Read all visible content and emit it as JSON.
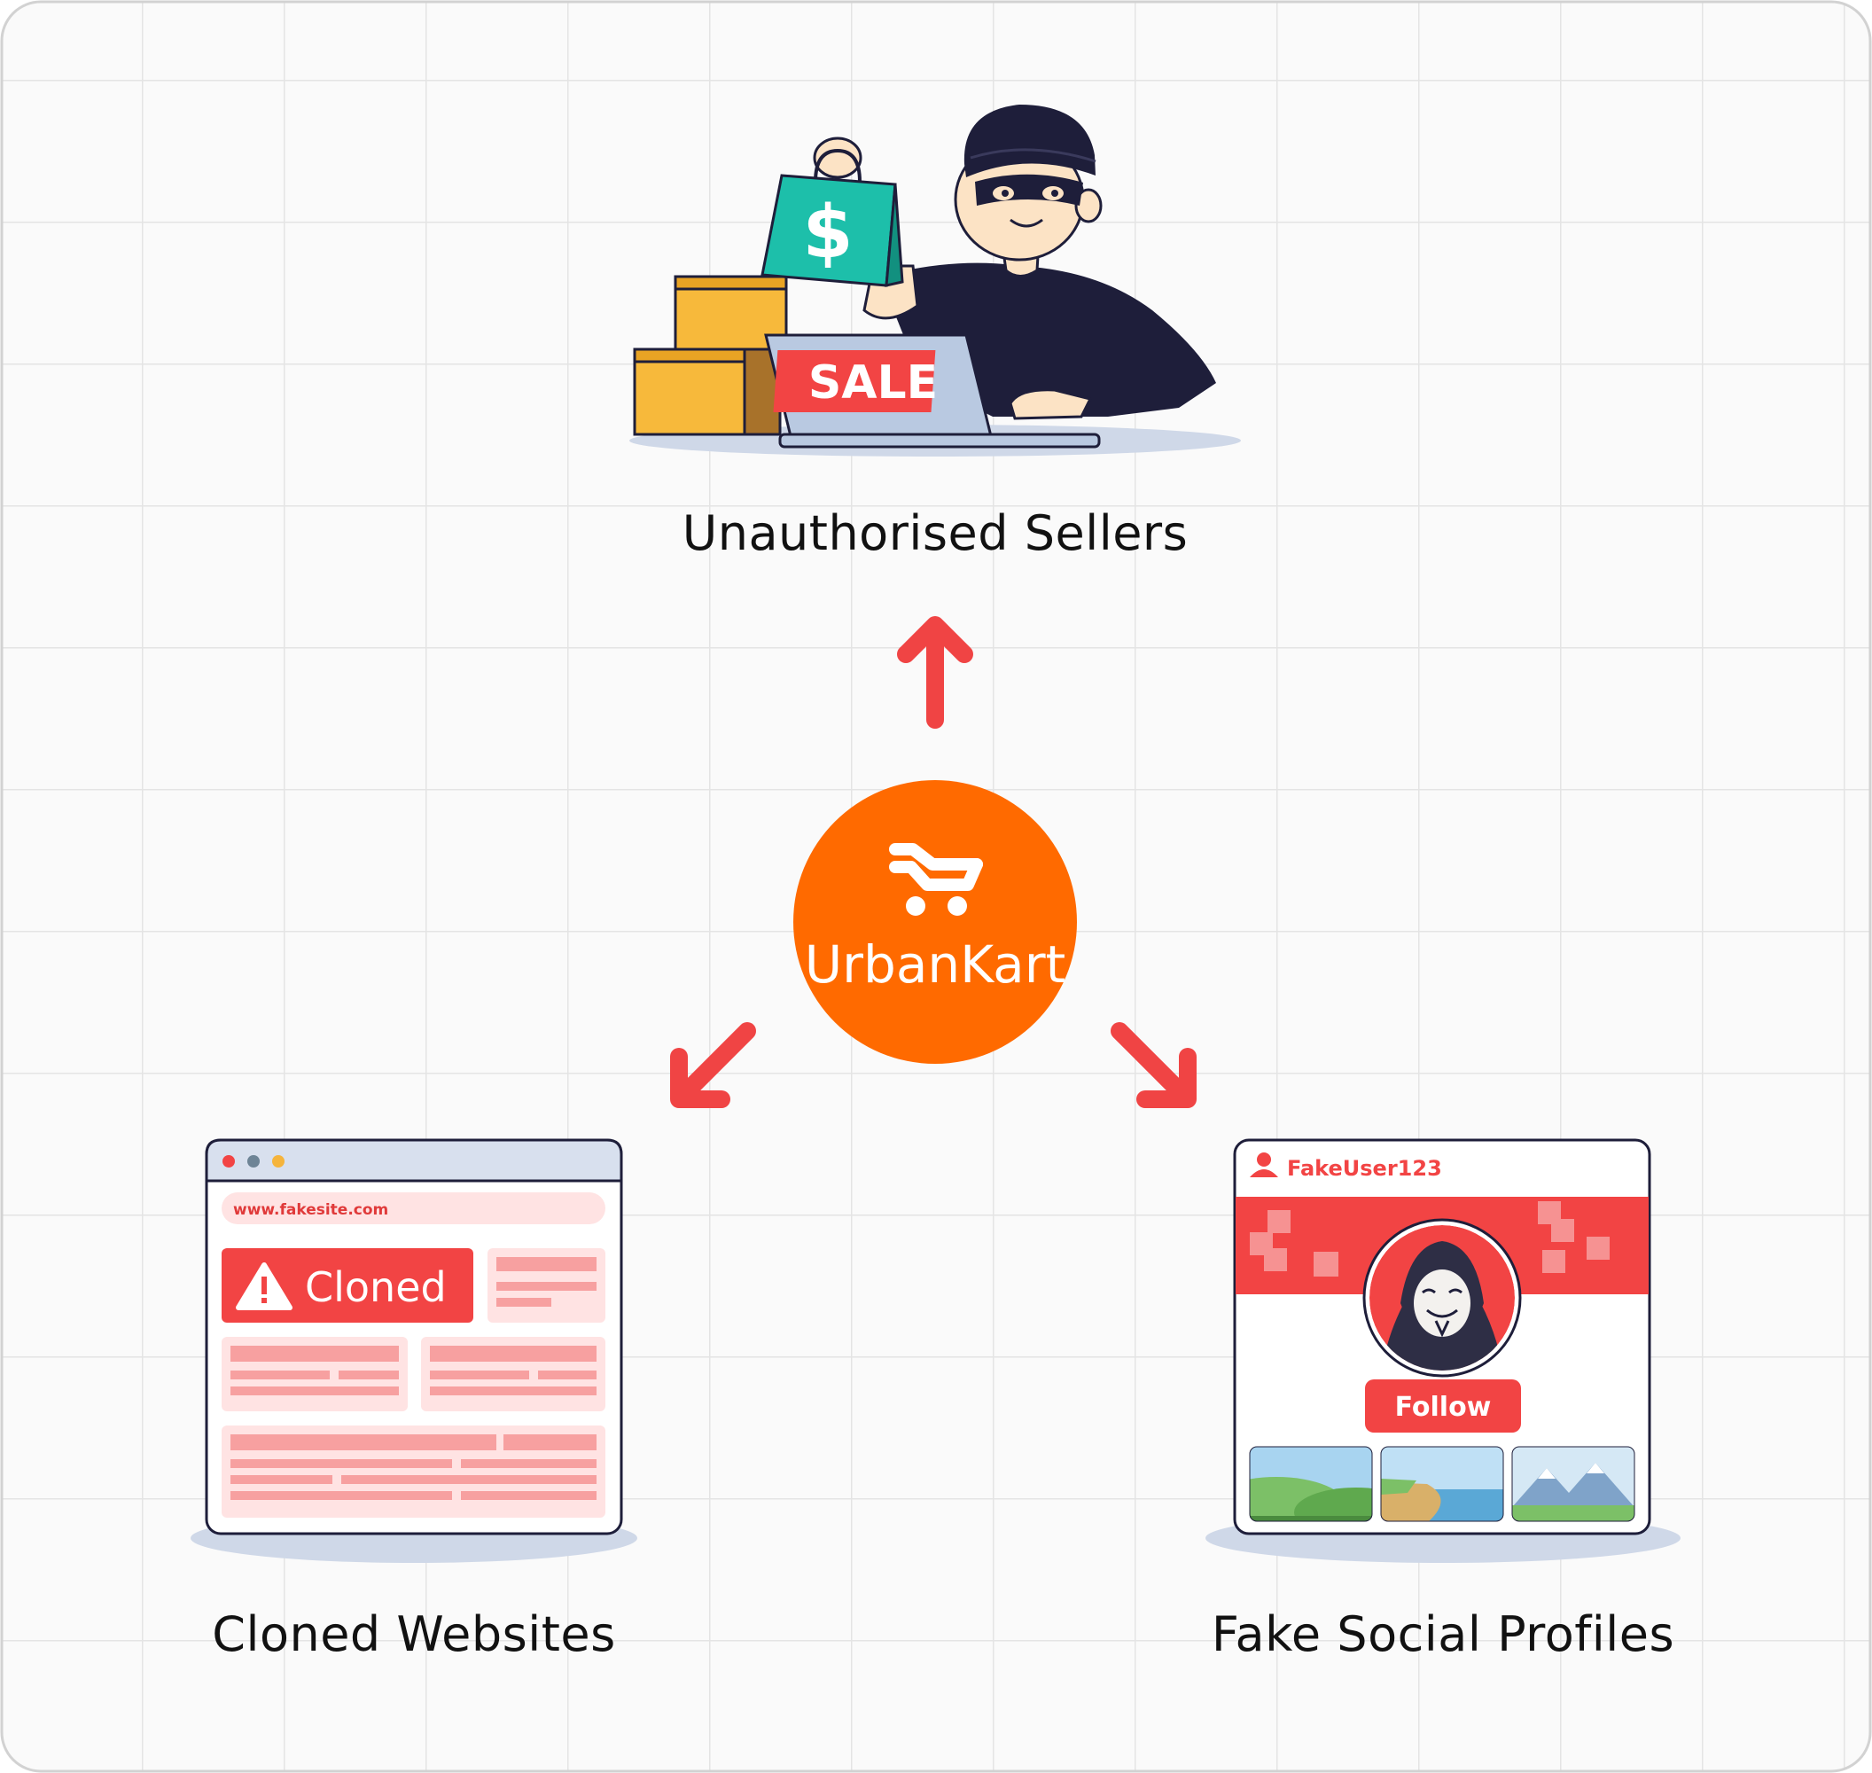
{
  "diagram": {
    "center": {
      "brand": "UrbanKart",
      "color": "#FF6A00"
    },
    "arrow_color": "#F04444",
    "nodes": [
      {
        "id": "unauthorised-sellers",
        "label": "Unauthorised Sellers"
      },
      {
        "id": "cloned-websites",
        "label": "Cloned Websites"
      },
      {
        "id": "fake-social-profiles",
        "label": "Fake Social Profiles"
      }
    ]
  },
  "illustrations": {
    "seller": {
      "laptop_text": "SALE",
      "bag_symbol": "$"
    },
    "cloned_site": {
      "url": "www.fakesite.com",
      "badge": "Cloned",
      "window_icons": [
        "close-dot-icon",
        "minimize-dot-icon",
        "maximize-dot-icon"
      ]
    },
    "social_profile": {
      "username": "FakeUser123",
      "button": "Follow"
    }
  },
  "colors": {
    "grid": "#E4E4E4",
    "frame": "#D2D2D2",
    "red": "#F24444",
    "pink": "#FFE3E3",
    "soft_red": "#F7A0A0",
    "shadow": "#CFD8E8"
  }
}
